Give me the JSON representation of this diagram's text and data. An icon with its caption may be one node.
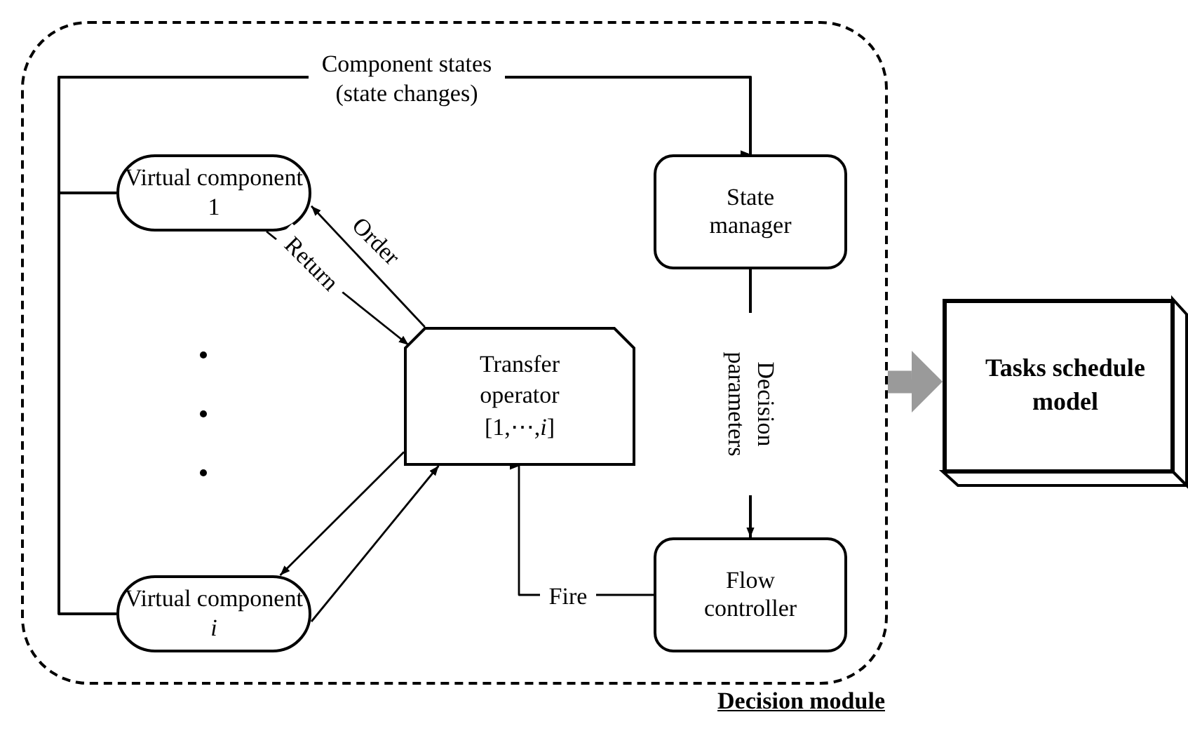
{
  "diagram": {
    "nodes": [
      {
        "text": [
          "Decision module"
        ]
      },
      {
        "text": [
          "Virtual component 1"
        ],
        "in": 0
      },
      {
        "text": [
          "Virtual component *i*"
        ],
        "in": 0
      },
      {
        "text": [
          "Transfer operator [1,⋯,*i*]"
        ],
        "in": 0
      },
      {
        "text": [
          "State manager"
        ],
        "in": 0
      },
      {
        "text": [
          "Flow controller"
        ],
        "in": 0
      },
      {
        "text": [
          "Tasks schedule model"
        ]
      }
    ],
    "edges": [
      {
        "from": 1,
        "to": 4,
        "arrow": "to",
        "label": "Component states (state changes)"
      },
      {
        "from": 2,
        "to": 4,
        "arrow": "to"
      },
      {
        "from": 3,
        "to": 1,
        "arrow": "to",
        "label": "Order"
      },
      {
        "from": 1,
        "to": 3,
        "arrow": "to",
        "label": "Return"
      },
      {
        "from": 3,
        "to": 2,
        "arrow": "to"
      },
      {
        "from": 2,
        "to": 3,
        "arrow": "to"
      },
      {
        "from": 4,
        "to": 5,
        "arrow": "to",
        "label": "Decision parameters"
      },
      {
        "from": 5,
        "to": 3,
        "arrow": "to",
        "label": "Fire"
      },
      {
        "from": 0,
        "to": 6,
        "arrow": "to",
        "style": "thick",
        "color": "#9a9a9a"
      }
    ]
  }
}
